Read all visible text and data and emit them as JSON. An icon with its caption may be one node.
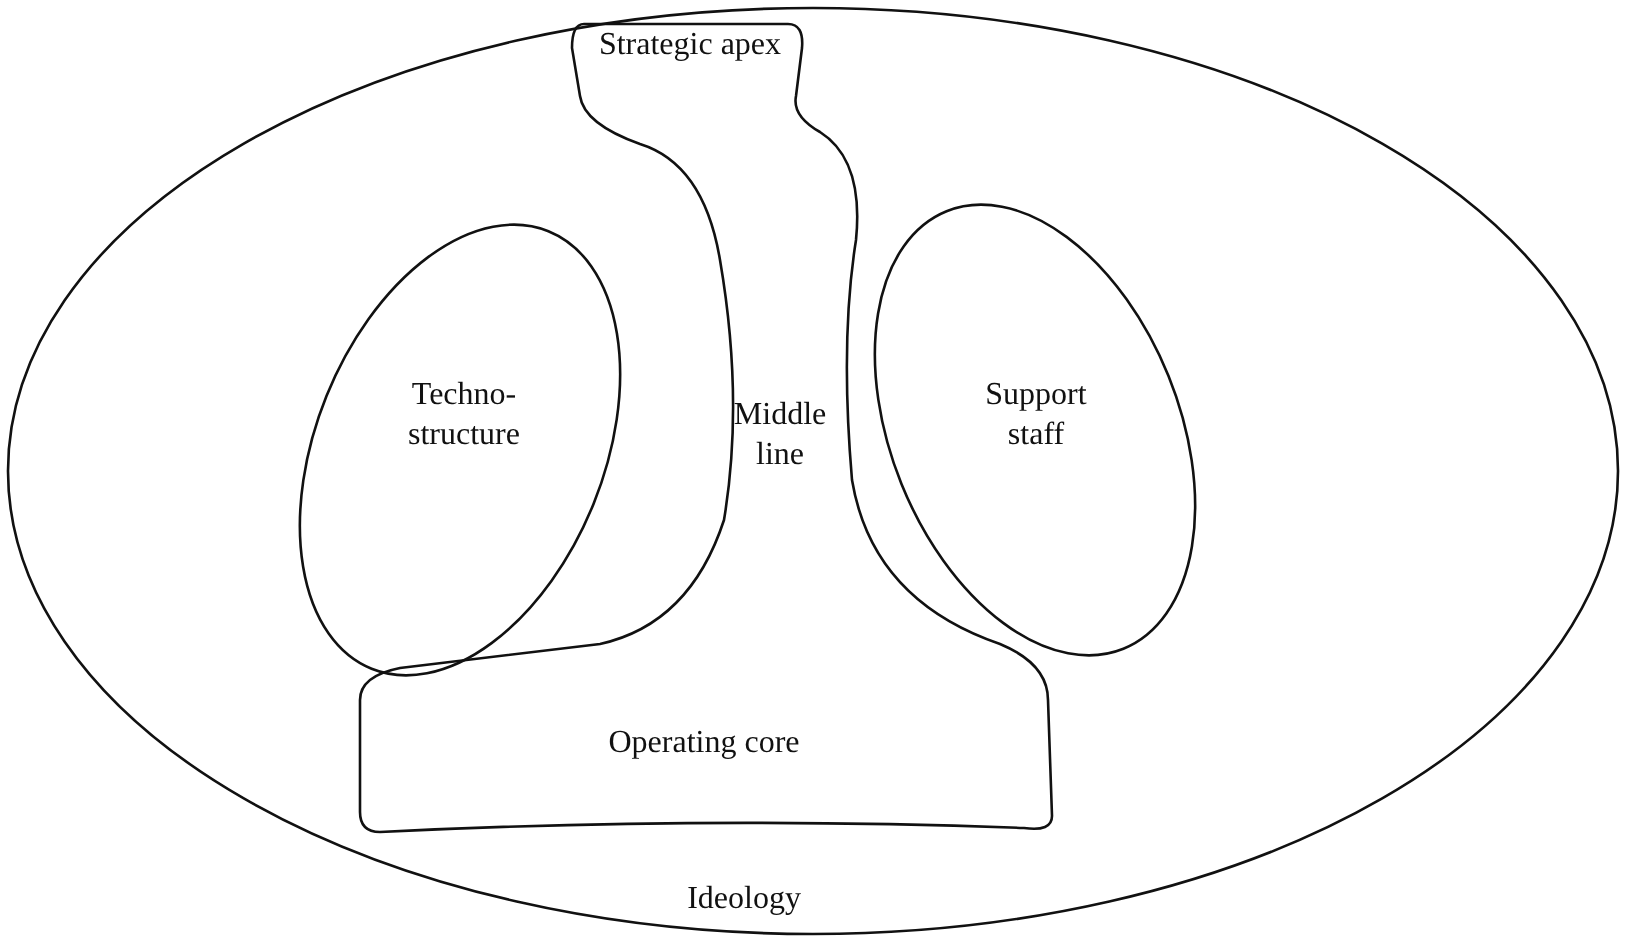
{
  "diagram": {
    "nodes": [
      {
        "text": [
          "Ideology"
        ]
      },
      {
        "text": [
          "Strategic apex",
          "Middle line",
          "Operating core"
        ],
        "in": 0
      },
      {
        "text": [
          "Techno- structure"
        ],
        "in": 0
      },
      {
        "text": [
          "Support staff"
        ],
        "in": 0
      }
    ]
  }
}
